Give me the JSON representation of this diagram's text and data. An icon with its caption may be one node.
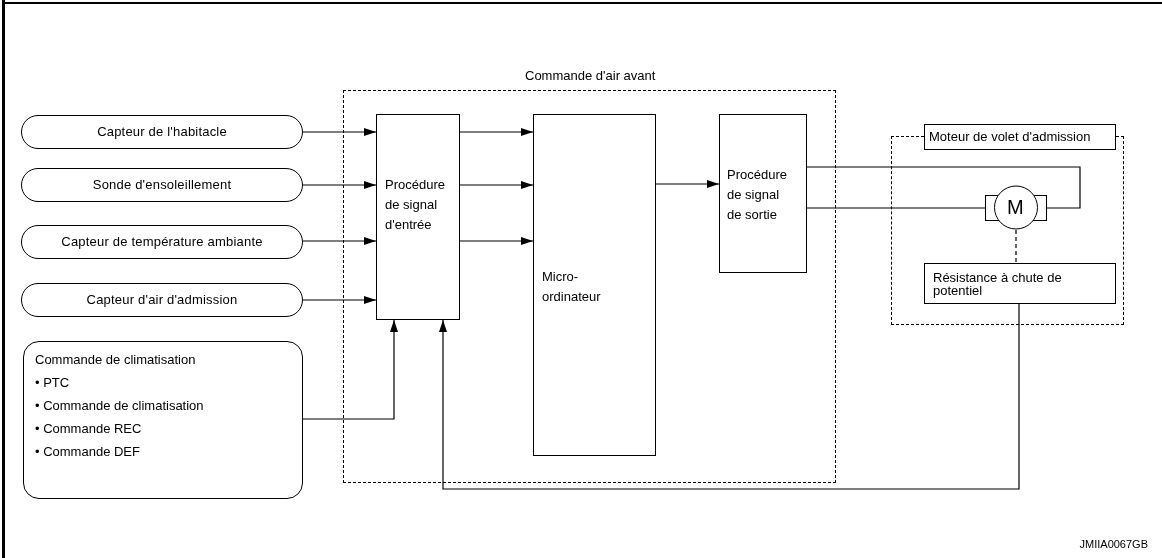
{
  "diagram": {
    "nodes": [
      {
        "text": [
          "Commande d'air avant"
        ]
      },
      {
        "text": [
          "Capteur de l'habitacle"
        ]
      },
      {
        "text": [
          "Sonde d'ensoleillement"
        ]
      },
      {
        "text": [
          "Capteur de température ambiante"
        ]
      },
      {
        "text": [
          "Capteur d'air d'admission"
        ]
      },
      {
        "text": [
          "Procédure de signal d'entrée"
        ],
        "in": 0
      },
      {
        "text": [
          "Micro-ordinateur"
        ],
        "in": 0
      },
      {
        "text": [
          "Procédure de signal de sortie"
        ],
        "in": 0
      },
      {
        "text": [
          "Commande de climatisation",
          "• PTC",
          "• Commande de climatisation",
          "• Commande REC",
          "• Commande DEF"
        ]
      },
      {
        "text": [
          "Moteur de volet d'admission"
        ]
      },
      {
        "text": [
          "M"
        ],
        "in": 9
      },
      {
        "text": [
          "Résistance à chute de potentiel"
        ],
        "in": 9
      }
    ],
    "edges": [
      {
        "from": 1,
        "to": 5,
        "arrow": "to"
      },
      {
        "from": 2,
        "to": 5,
        "arrow": "to"
      },
      {
        "from": 3,
        "to": 5,
        "arrow": "to"
      },
      {
        "from": 4,
        "to": 5,
        "arrow": "to"
      },
      {
        "from": 8,
        "to": 5,
        "arrow": "to"
      },
      {
        "from": 5,
        "to": 6,
        "arrow": "to"
      },
      {
        "from": 5,
        "to": 6,
        "arrow": "to"
      },
      {
        "from": 5,
        "to": 6,
        "arrow": "to"
      },
      {
        "from": 6,
        "to": 7,
        "arrow": "to"
      },
      {
        "from": 7,
        "to": 10,
        "arrow": "none"
      },
      {
        "from": 7,
        "to": 10,
        "arrow": "none"
      },
      {
        "from": 10,
        "to": 11,
        "arrow": "none",
        "style": "dashed"
      },
      {
        "from": 11,
        "to": 5,
        "arrow": "to"
      }
    ],
    "labels": [
      "JMIIA0067GB"
    ]
  }
}
